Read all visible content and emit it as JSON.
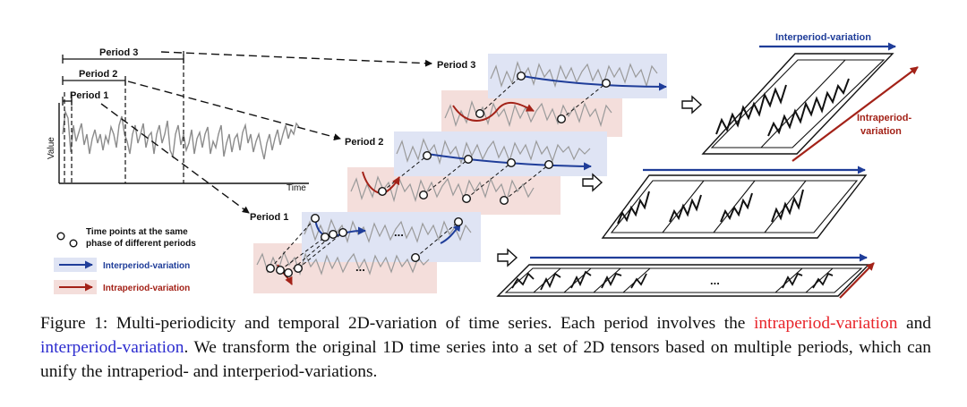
{
  "figure": {
    "labels": {
      "period_1": "Period 1",
      "period_2": "Period 2",
      "period_3": "Period 3",
      "axis_value": "Value",
      "axis_time": "Time",
      "ellipsis": "...",
      "interperiod_top": "Interperiod-variation",
      "intraperiod_right_1": "Intraperiod-",
      "intraperiod_right_2": "variation"
    },
    "legend": {
      "points_line1": "Time points at the same",
      "points_line2": "phase of different periods",
      "interperiod": "Interperiod-variation",
      "intraperiod": "Intraperiod-variation"
    },
    "colors": {
      "interperiod": "#1f3d99",
      "intraperiod": "#a32218",
      "inter_box": "#dfe4f4",
      "intra_box": "#f4dedb",
      "caption_red": "#e8242a",
      "caption_blue": "#2c2ccf"
    }
  },
  "caption": {
    "part1": "Figure 1: Multi-periodicity and temporal 2D-variation of time series. Each period involves the ",
    "red": "intraperiod-variation",
    "part2": " and ",
    "blue": "interperiod-variation",
    "part3": ". We transform the original 1D time series into a set of 2D tensors based on multiple periods, which can unify the intraperiod- and interperiod-variations."
  }
}
